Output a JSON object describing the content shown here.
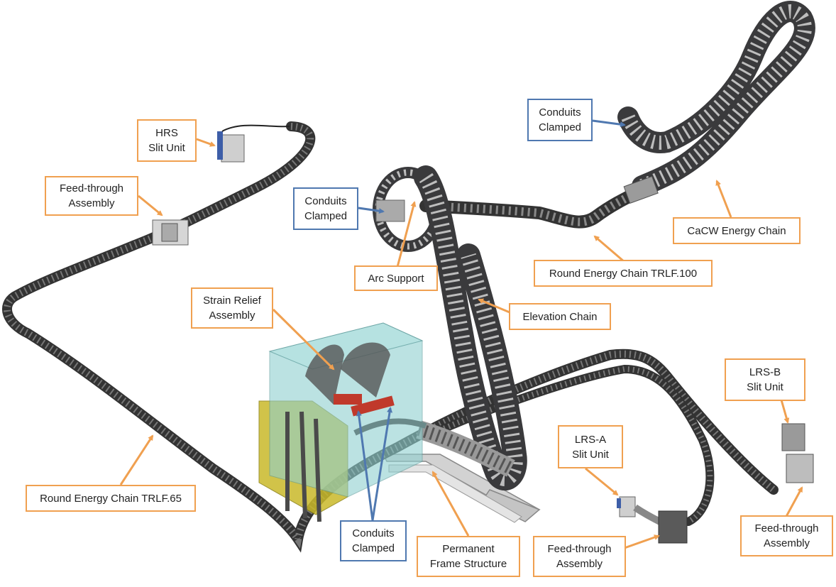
{
  "colors": {
    "orange_callout": "#f0a050",
    "blue_callout": "#4f78b0",
    "chain": "#3a3a3c",
    "chain_link_light": "#bdbdbd",
    "box_cyan": "#8fd0cf",
    "box_yellow": "#c9b92a",
    "frame_grey": "#c8c8c8"
  },
  "labels": {
    "hrs_slit": {
      "line1": "HRS",
      "line2": "Slit Unit"
    },
    "feed_through_left": {
      "line1": "Feed-through",
      "line2": "Assembly"
    },
    "conduits_clamped_top_right": {
      "line1": "Conduits",
      "line2": "Clamped"
    },
    "conduits_clamped_mid": {
      "line1": "Conduits",
      "line2": "Clamped"
    },
    "arc_support": {
      "line1": "Arc Support"
    },
    "cacw_chain": {
      "line1": "CaCW Energy Chain"
    },
    "round_chain_100": {
      "line1": "Round Energy Chain TRLF.100"
    },
    "elevation_chain": {
      "line1": "Elevation Chain"
    },
    "strain_relief": {
      "line1": "Strain Relief",
      "line2": "Assembly"
    },
    "lrs_b_slit": {
      "line1": "LRS-B",
      "line2": "Slit Unit"
    },
    "lrs_a_slit": {
      "line1": "LRS-A",
      "line2": "Slit Unit"
    },
    "round_chain_65": {
      "line1": "Round Energy Chain TRLF.65"
    },
    "conduits_clamped_bottom": {
      "line1": "Conduits",
      "line2": "Clamped"
    },
    "permanent_frame": {
      "line1": "Permanent",
      "line2": "Frame Structure"
    },
    "feed_through_bottom": {
      "line1": "Feed-through",
      "line2": "Assembly"
    },
    "feed_through_right": {
      "line1": "Feed-through",
      "line2": "Assembly"
    }
  }
}
